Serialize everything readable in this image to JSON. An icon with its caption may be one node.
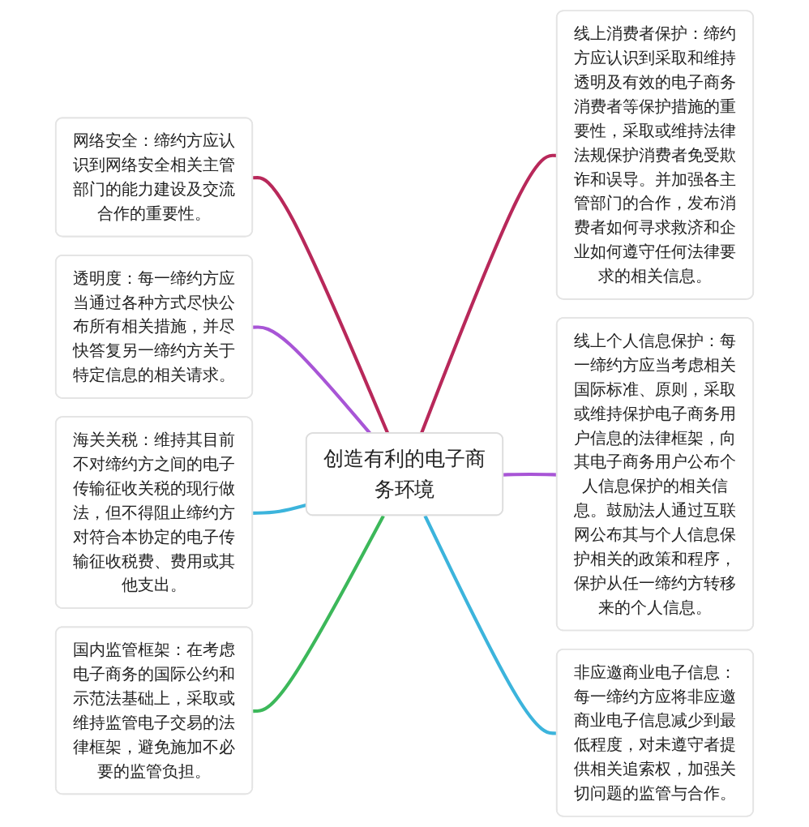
{
  "diagram": {
    "nodes": [
      {
        "text": [
          "创造有利的电子商务环境"
        ]
      },
      {
        "text": [
          "网络安全：缔约方应认识到网络安全相关主管部门的能力建设及交流合作的重要性。"
        ]
      },
      {
        "text": [
          "透明度：每一缔约方应当通过各种方式尽快公布所有相关措施，并尽快答复另一缔约方关于特定信息的相关请求。"
        ]
      },
      {
        "text": [
          "海关关税：维持其目前不对缔约方之间的电子传输征收关税的现行做法，但不得阻止缔约方对符合本协定的电子传输征收税费、费用或其他支出。"
        ]
      },
      {
        "text": [
          "国内监管框架：在考虑电子商务的国际公约和示范法基础上，采取或维持监管电子交易的法律框架，避免施加不必要的监管负担。"
        ]
      },
      {
        "text": [
          "线上消费者保护：缔约方应认识到采取和维持透明及有效的电子商务消费者等保护措施的重要性，采取或维持法律法规保护消费者免受欺诈和误导。并加强各主管部门的合作，发布消费者如何寻求救济和企业如何遵守任何法律要求的相关信息。"
        ]
      },
      {
        "text": [
          "线上个人信息保护：每一缔约方应当考虑相关国际标准、原则，采取或维持保护电子商务用户信息的法律框架，向其电子商务用户公布个人信息保护的相关信息。鼓励法人通过互联网公布其与个人信息保护相关的政策和程序，保护从任一缔约方转移来的个人信息。"
        ]
      },
      {
        "text": [
          "非应邀商业电子信息：每一缔约方应将非应邀商业电子信息减少到最低程度，对未遵守者提供相关追索权，加强关切问题的监管与合作。"
        ]
      }
    ],
    "edges": [
      {
        "from": 1,
        "to": 0,
        "arrow": "none",
        "color": "#b8285a"
      },
      {
        "from": 2,
        "to": 0,
        "arrow": "none",
        "color": "#a855d6"
      },
      {
        "from": 3,
        "to": 0,
        "arrow": "none",
        "color": "#3cb4dc"
      },
      {
        "from": 4,
        "to": 0,
        "arrow": "none",
        "color": "#3cb85a"
      },
      {
        "from": 0,
        "to": 5,
        "arrow": "none",
        "color": "#b8285a"
      },
      {
        "from": 0,
        "to": 6,
        "arrow": "none",
        "color": "#a855d6"
      },
      {
        "from": 0,
        "to": 7,
        "arrow": "none",
        "color": "#3cb4dc"
      }
    ]
  }
}
